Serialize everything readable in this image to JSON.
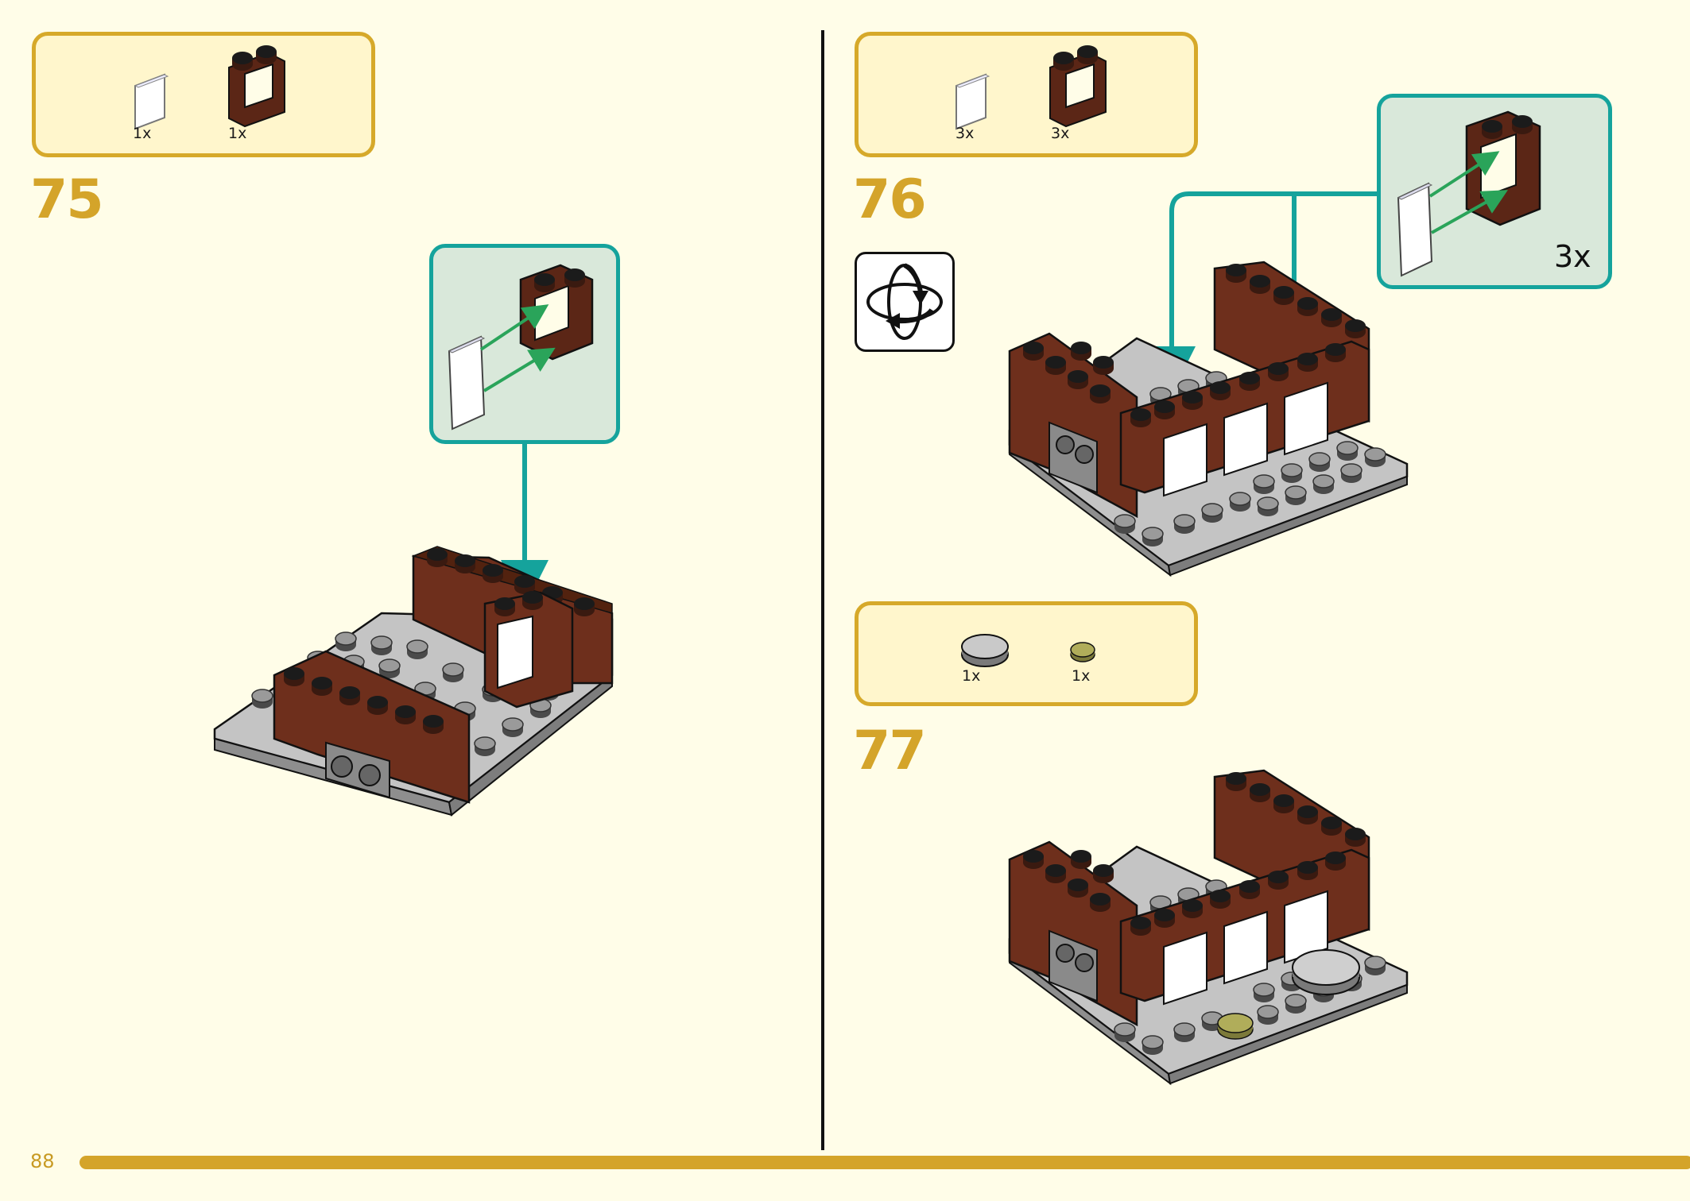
{
  "page": {
    "number": "88"
  },
  "steps": [
    {
      "number": "75",
      "parts": [
        {
          "icon": "transparent-glass-pane",
          "qty": "1x"
        },
        {
          "icon": "brown-window-frame",
          "qty": "1x"
        }
      ],
      "subassembly": {
        "qty": ""
      }
    },
    {
      "number": "76",
      "parts": [
        {
          "icon": "transparent-glass-pane",
          "qty": "3x"
        },
        {
          "icon": "brown-window-frame",
          "qty": "3x"
        }
      ],
      "subassembly": {
        "qty": "3x"
      },
      "rotate_icon": "rotate-model-icon"
    },
    {
      "number": "77",
      "parts": [
        {
          "icon": "light-grey-round-tile",
          "qty": "1x"
        },
        {
          "icon": "olive-round-plate",
          "qty": "1x"
        }
      ]
    }
  ],
  "colors": {
    "accent": "#d4a42a",
    "callout_border": "#15a39c",
    "brick_brown": "#6e2f1c",
    "baseplate_grey": "#a7a7a7"
  }
}
